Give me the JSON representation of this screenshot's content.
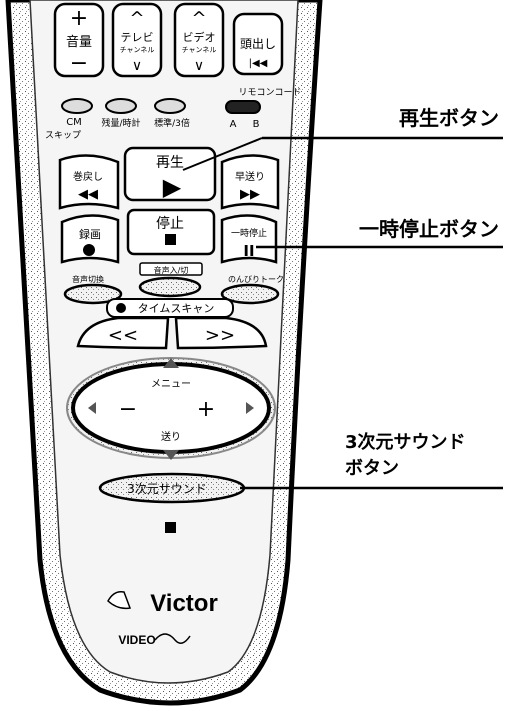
{
  "remote": {
    "vol_plus": "+",
    "vol_label": "音量",
    "vol_minus": "−",
    "tv_up": "^",
    "tv_label": "テレビ",
    "tv_sub": "チャンネル",
    "tv_down": "∨",
    "video_up": "^",
    "video_label": "ビデオ",
    "video_sub": "チャンネル",
    "video_down": "∨",
    "cue_label": "頭出し",
    "cue_sym": "|◀◀",
    "remote_code_label": "リモコンコード",
    "code_a": "A",
    "code_b": "B",
    "cm_label": "CM",
    "cm_skip_label": "スキップ",
    "remain_label": "残量/時計",
    "std_label": "標準/3倍",
    "play_label": "再生",
    "play_sym": "▶",
    "rew_label": "巻戻し",
    "rew_sym": "◀◀",
    "ff_label": "早送り",
    "ff_sym": "▶▶",
    "rec_label": "録画",
    "stop_label": "停止",
    "pause_label": "一時停止",
    "pause_sym": "II",
    "audio_label": "音声入/切",
    "audio_switch_label": "音声切換",
    "audio_talk_label": "のんびりトーク",
    "time_scan_label": "タイムスキャン",
    "scan_left": "<<",
    "scan_right": ">>",
    "menu_label": "メニュー",
    "send_label": "送り",
    "minus": "−",
    "plus": "+",
    "surround_label": "3次元サウンド",
    "brand": "Victor",
    "brand_sub": "VIDEO"
  },
  "callouts": {
    "play": "再生ボタン",
    "pause": "一時停止ボタン",
    "surround_line1": "3次元サウンド",
    "surround_line2": "ボタン"
  }
}
